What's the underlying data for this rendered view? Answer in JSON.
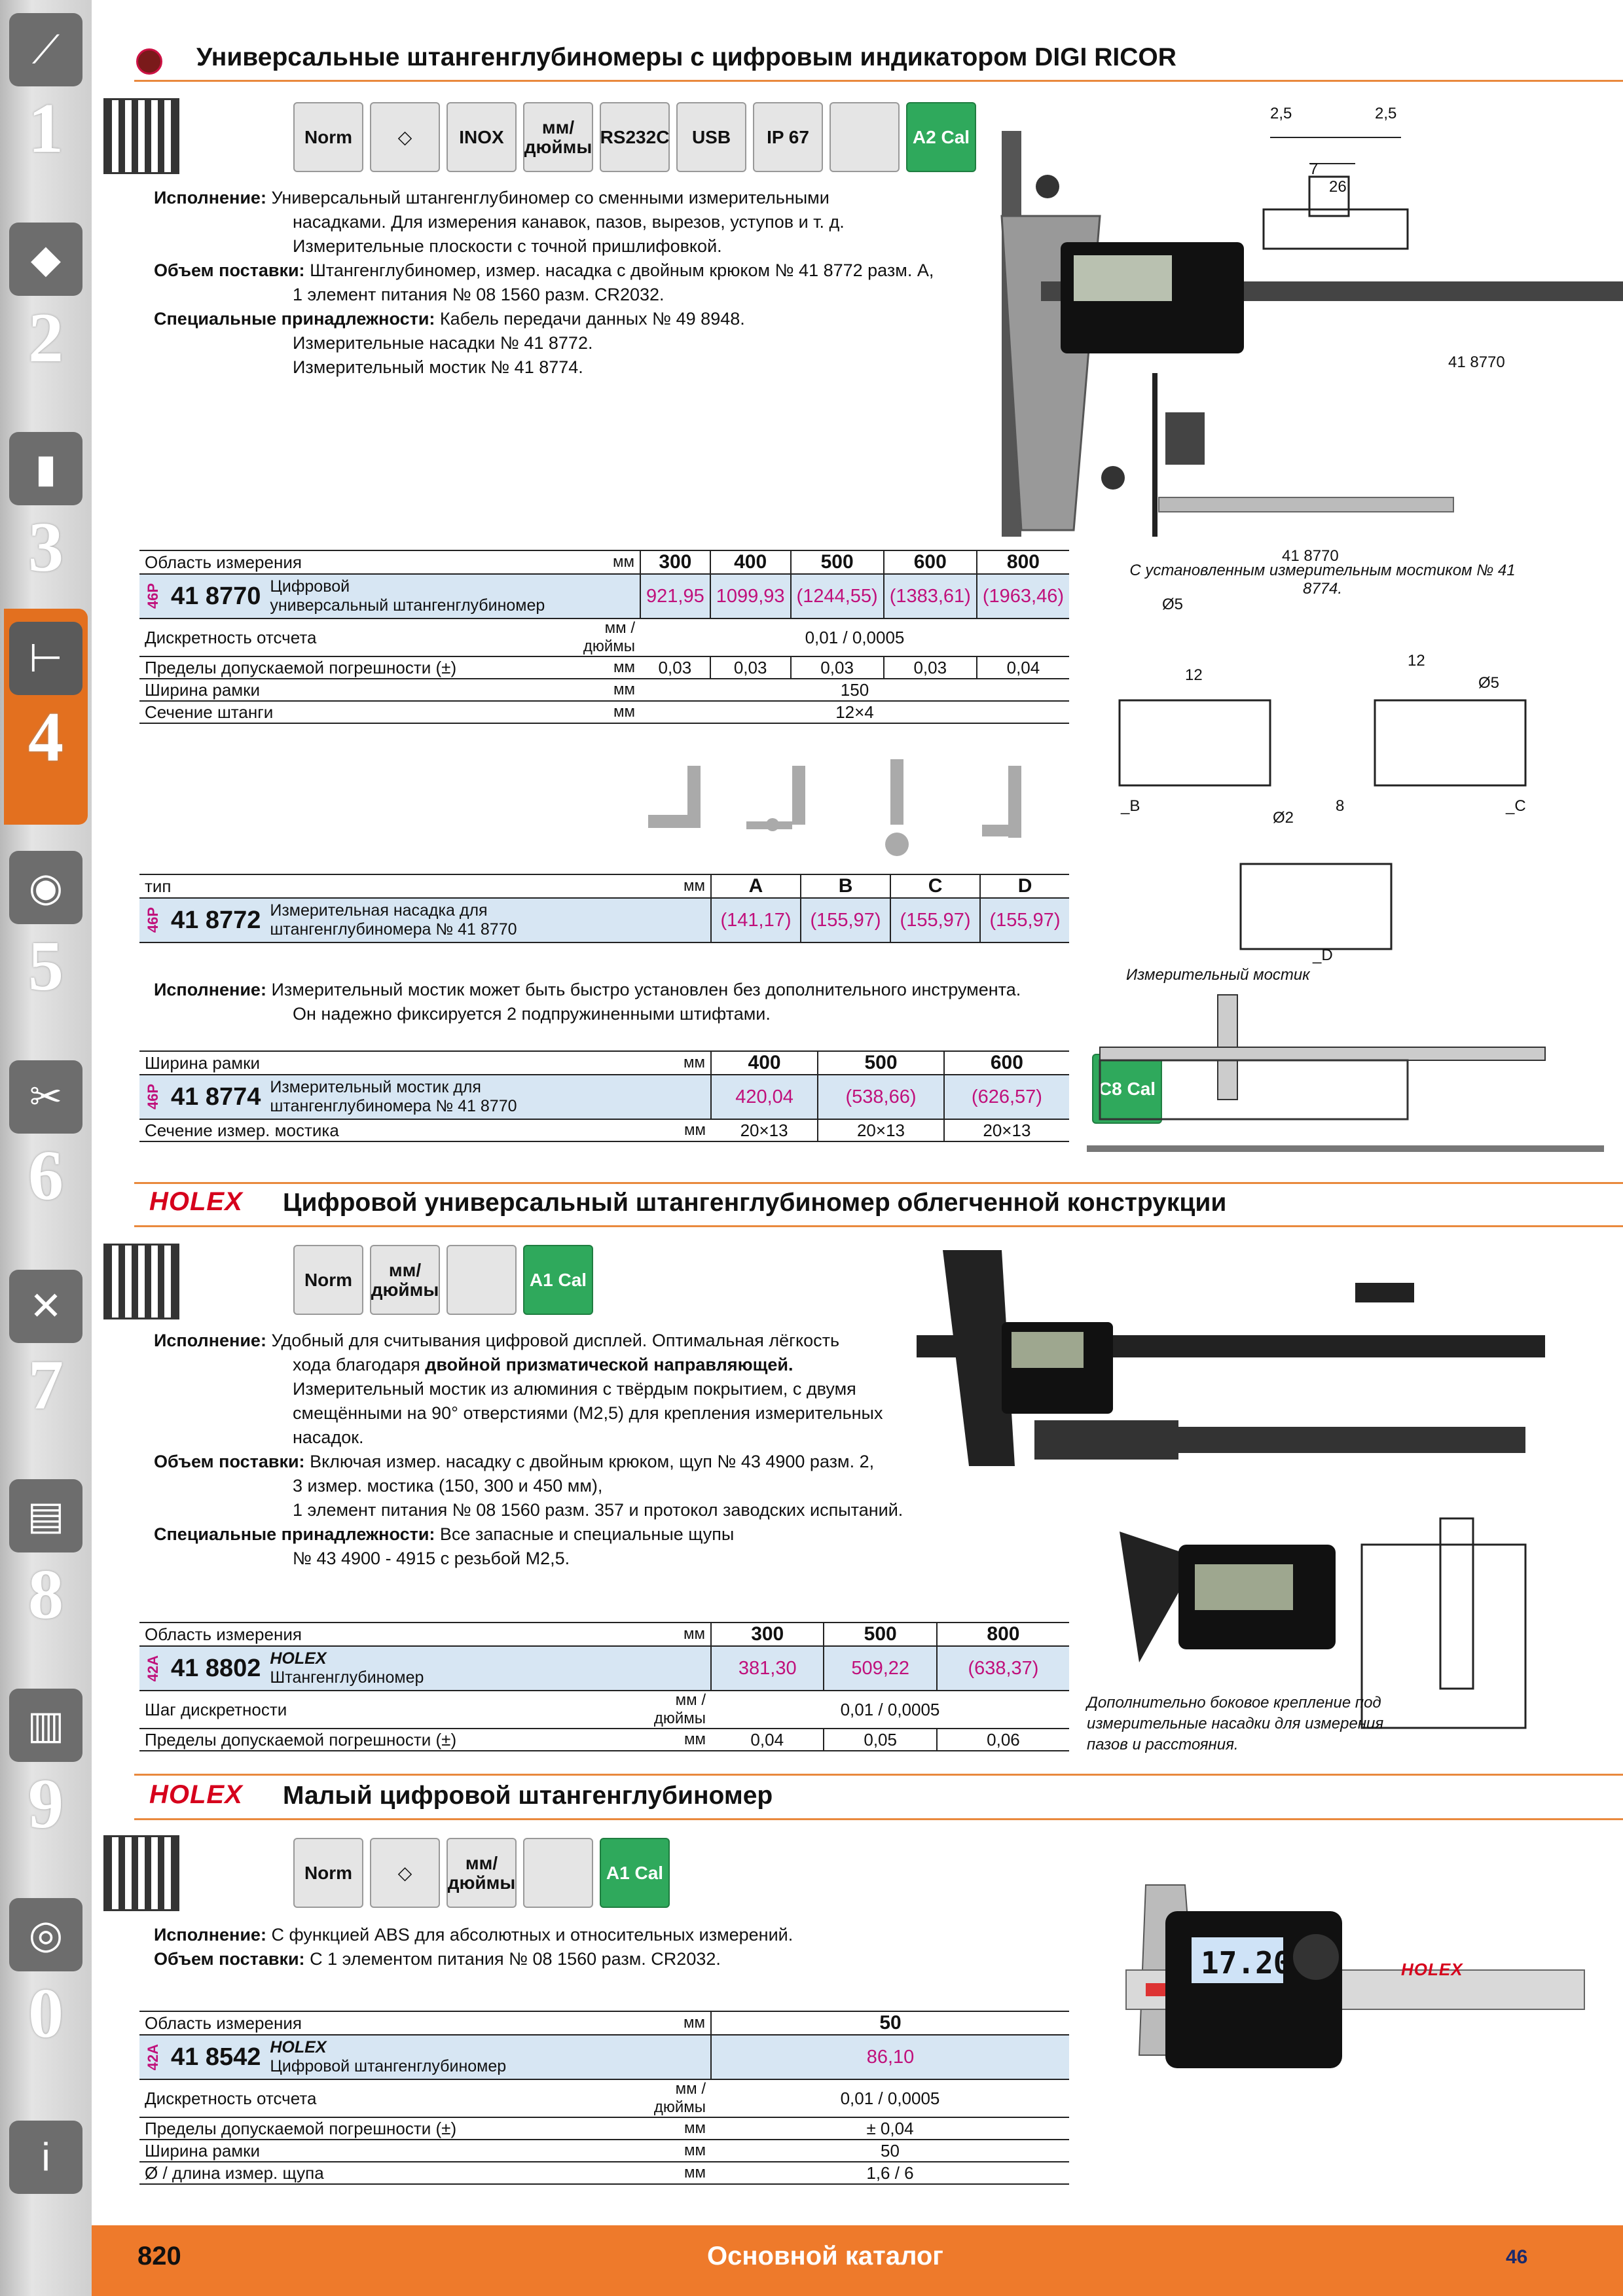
{
  "sidebar": [
    {
      "num": "1",
      "icon": "drill-icon"
    },
    {
      "num": "2",
      "icon": "insert-icon"
    },
    {
      "num": "3",
      "icon": "tap-icon"
    },
    {
      "num": "4",
      "icon": "caliper-icon",
      "active": true
    },
    {
      "num": "5",
      "icon": "saw-icon"
    },
    {
      "num": "6",
      "icon": "wrench-icon"
    },
    {
      "num": "7",
      "icon": "pliers-icon"
    },
    {
      "num": "8",
      "icon": "toolbox-icon"
    },
    {
      "num": "9",
      "icon": "cabinet-icon"
    },
    {
      "num": "0",
      "icon": "safety-icon"
    },
    {
      "num": "",
      "icon": "info-icon"
    }
  ],
  "section1": {
    "title": "Универсальные штангенглубиномеры с цифровым индикатором DIGI RICOR",
    "icons": [
      "Norm",
      "◇",
      "INOX",
      "мм/дюймы",
      "RS232C",
      "USB",
      "IP 67",
      "",
      "A2 Cal"
    ],
    "lines": [
      {
        "label": "Исполнение:",
        "text": "Универсальный штангенглубиномер со сменными измерительными"
      },
      {
        "label": "",
        "text": "насадками. Для измерения канавок, пазов, вырезов, уступов и т. д."
      },
      {
        "label": "",
        "text": "Измерительные плоскости с точной пришлифовкой."
      },
      {
        "label": "Объем поставки:",
        "text": "Штангенглубиномер, измер. насадка с двойным крюком № 41 8772 разм. A,"
      },
      {
        "label": "",
        "text": "1 элемент питания № 08 1560 разм. CR2032."
      },
      {
        "label": "Специальные принадлежности:",
        "text": "Кабель передачи данных № 49 8948."
      },
      {
        "label": "",
        "text": "Измерительные насадки № 41 8772."
      },
      {
        "label": "",
        "text": "Измерительный мостик № 41 8774."
      }
    ],
    "img_label1": "41 8770",
    "img_label2": "41 8770",
    "img_caption": "С установленным измерительным мостиком № 41 8774.",
    "dims": {
      "d1": "2,5",
      "d2": "2,5",
      "d3": "7",
      "d4": "26"
    },
    "table": {
      "head_label": "Область измерения",
      "head_unit": "мм",
      "cols": [
        "300",
        "400",
        "500",
        "600",
        "800"
      ],
      "group": "46P",
      "artno": "41 8770",
      "desc1": "Цифровой",
      "desc2": "универсальный штангенглубиномер",
      "prices": [
        "921,95",
        "1099,93",
        "(1244,55)",
        "(1383,61)",
        "(1963,46)"
      ],
      "rows": [
        {
          "label": "Дискретность отсчета",
          "unit": "мм / дюймы",
          "vals": [
            "0,01 / 0,0005"
          ]
        },
        {
          "label": "Пределы допускаемой погрешности (±)",
          "unit": "мм",
          "vals": [
            "0,03",
            "0,03",
            "0,03",
            "0,03",
            "0,04"
          ]
        },
        {
          "label": "Ширина рамки",
          "unit": "мм",
          "vals": [
            "150"
          ]
        },
        {
          "label": "Сечение штанги",
          "unit": "мм",
          "vals": [
            "12×4"
          ]
        }
      ]
    },
    "table2": {
      "head_label": "тип",
      "head_unit": "мм",
      "cols": [
        "A",
        "B",
        "C",
        "D"
      ],
      "group": "46P",
      "artno": "41 8772",
      "desc1": "Измерительная насадка для",
      "desc2": "штангенглубиномера № 41 8770",
      "prices": [
        "(141,17)",
        "(155,97)",
        "(155,97)",
        "(155,97)"
      ]
    },
    "diag": {
      "d5a": "Ø5",
      "d12a": "12",
      "d12b": "12",
      "d5b": "Ø5",
      "b": "_B",
      "c": "_C",
      "d2": "Ø2",
      "d8": "8",
      "d": "_D",
      "bridge": "Измерительный мостик"
    },
    "bridge_text": [
      {
        "label": "Исполнение:",
        "text": "Измерительный мостик может быть быстро установлен без дополнительного инструмента."
      },
      {
        "label": "",
        "text": "Он надежно фиксируется 2 подпружиненными штифтами."
      }
    ],
    "table3": {
      "head_label": "Ширина рамки",
      "head_unit": "мм",
      "cols": [
        "400",
        "500",
        "600"
      ],
      "group": "46P",
      "artno": "41 8774",
      "desc1": "Измерительный мостик для",
      "desc2": "штангенглубиномера № 41 8770",
      "prices": [
        "420,04",
        "(538,66)",
        "(626,57)"
      ],
      "row": {
        "label": "Сечение измер. мостика",
        "unit": "мм",
        "vals": [
          "20×13",
          "20×13",
          "20×13"
        ]
      }
    },
    "c8": "C8 Cal"
  },
  "section2": {
    "brand": "HOLEX",
    "title": "Цифровой универсальный штангенглубиномер облегченной конструкции",
    "icons": [
      "Norm",
      "мм/дюймы",
      "",
      "A1 Cal"
    ],
    "lines": [
      {
        "label": "Исполнение:",
        "text": "Удобный для считывания цифровой дисплей. Оптимальная лёгкость"
      },
      {
        "label": "",
        "text": "хода благодаря ",
        "bold": "двойной призматической направляющей."
      },
      {
        "label": "",
        "text": "Измерительный мостик из алюминия с твёрдым покрытием, с двумя"
      },
      {
        "label": "",
        "text": "смещёнными на 90° отверстиями (M2,5) для крепления измерительных"
      },
      {
        "label": "",
        "text": "насадок."
      },
      {
        "label": "Объем поставки:",
        "text": "Включая измер. насадку с двойным крюком, щуп № 43 4900 разм. 2,"
      },
      {
        "label": "",
        "text": "3 измер. мостика (150, 300 и 450 мм),"
      },
      {
        "label": "",
        "text": "1 элемент питания № 08 1560 разм. 357 и протокол заводских испытаний."
      },
      {
        "label": "Специальные принадлежности:",
        "text": "Все запасные и специальные щупы"
      },
      {
        "label": "",
        "text": "№ 43 4900 - 4915 с резьбой M2,5."
      }
    ],
    "caption": [
      "Дополнительно боковое крепление под",
      "измерительные насадки для измерения",
      "пазов и расстояния."
    ],
    "table": {
      "head_label": "Область измерения",
      "head_unit": "мм",
      "cols": [
        "300",
        "500",
        "800"
      ],
      "group": "42A",
      "artno": "41 8802",
      "brand": "HOLEX",
      "desc": "Штангенглубиномер",
      "prices": [
        "381,30",
        "509,22",
        "(638,37)"
      ],
      "rows": [
        {
          "label": "Шаг дискретности",
          "unit": "мм / дюймы",
          "vals": [
            "0,01 / 0,0005"
          ]
        },
        {
          "label": "Пределы допускаемой погрешности (±)",
          "unit": "мм",
          "vals": [
            "0,04",
            "0,05",
            "0,06"
          ]
        }
      ]
    }
  },
  "section3": {
    "brand": "HOLEX",
    "title": "Малый цифровой штангенглубиномер",
    "icons": [
      "Norm",
      "◇",
      "мм/дюймы",
      "",
      "A1 Cal"
    ],
    "lines": [
      {
        "label": "Исполнение:",
        "text": "С функцией ABS для абсолютных и относительных измерений."
      },
      {
        "label": "Объем поставки:",
        "text": "С 1 элементом питания № 08 1560 разм. CR2032."
      }
    ],
    "display": "17.20",
    "table": {
      "head_label": "Область измерения",
      "head_unit": "мм",
      "cols": [
        "50"
      ],
      "group": "42A",
      "artno": "41 8542",
      "brand": "HOLEX",
      "desc": "Цифровой штангенглубиномер",
      "prices": [
        "86,10"
      ],
      "rows": [
        {
          "label": "Дискретность отсчета",
          "unit": "мм / дюймы",
          "vals": [
            "0,01 / 0,0005"
          ]
        },
        {
          "label": "Пределы допускаемой погрешности (±)",
          "unit": "мм",
          "vals": [
            "± 0,04"
          ]
        },
        {
          "label": "Ширина рамки",
          "unit": "мм",
          "vals": [
            "50"
          ]
        },
        {
          "label": "Ø / длина измер. щупа",
          "unit": "мм",
          "vals": [
            "1,6 / 6"
          ]
        }
      ]
    }
  },
  "footer": {
    "page": "820",
    "title": "Основной каталог",
    "num": "46"
  },
  "colors": {
    "accent": "#ee7a2b",
    "price": "#c0107b",
    "header": "#cfe0f1",
    "cal": "#2fa95c",
    "brand": "#d6001c"
  }
}
